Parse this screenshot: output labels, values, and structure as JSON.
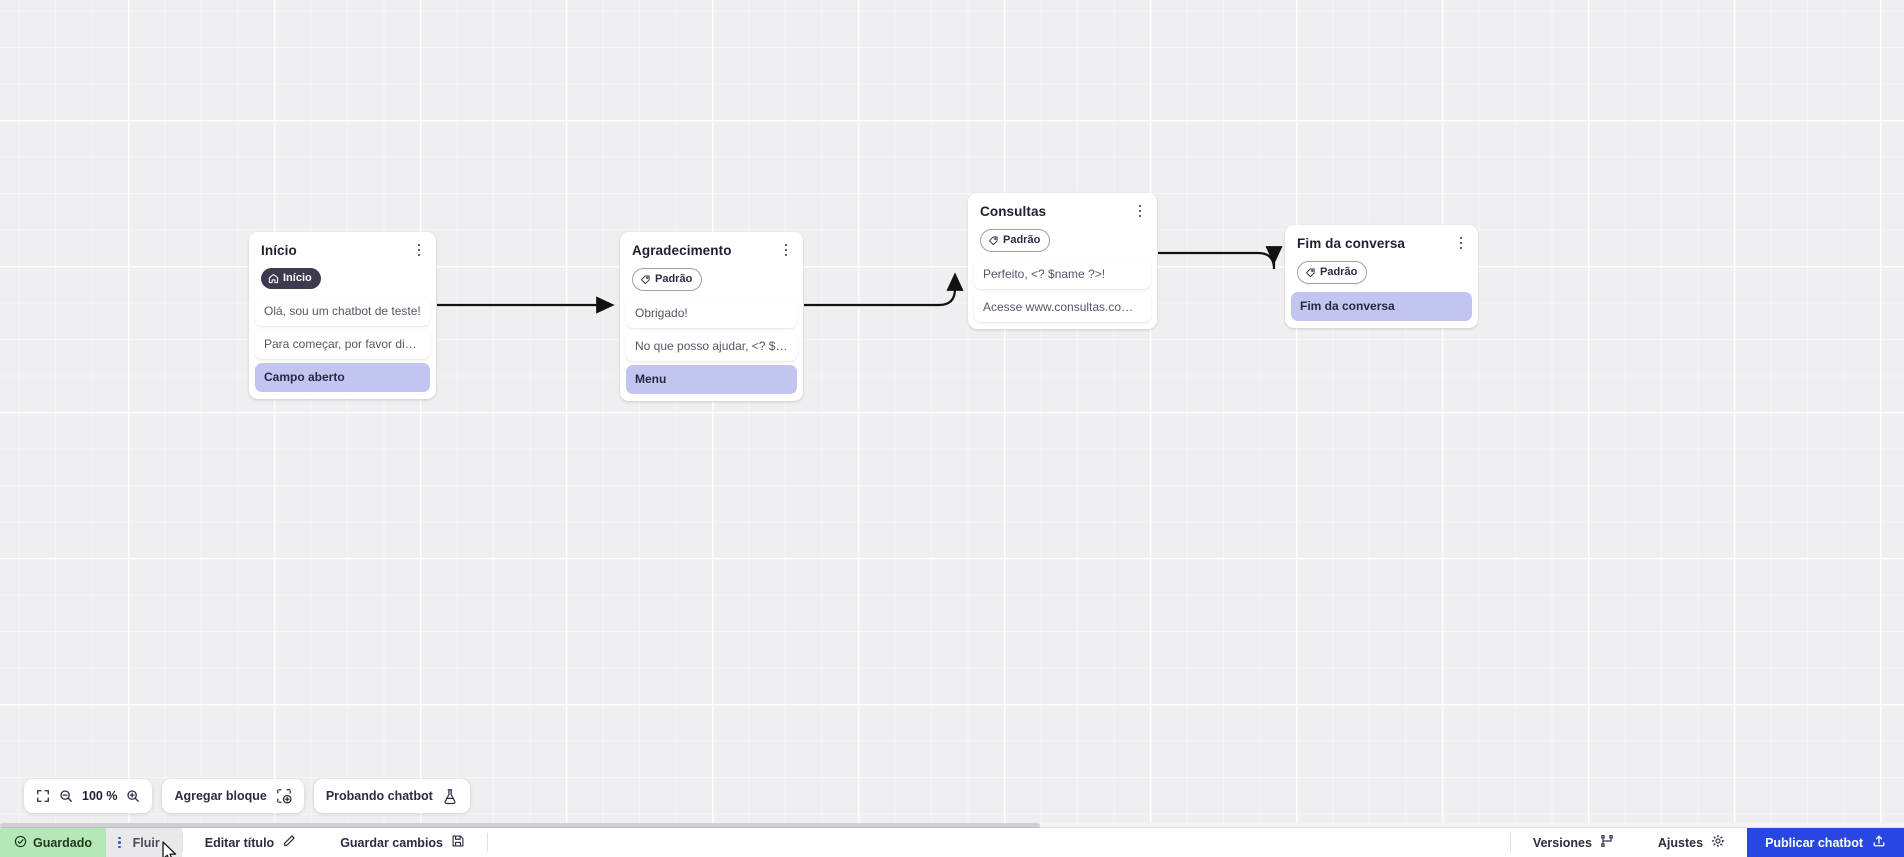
{
  "canvas": {
    "zoom_level": "100 %",
    "nodes": [
      {
        "id": "inicio",
        "title": "Início",
        "badge": {
          "label": "Início",
          "icon": "home-icon",
          "style": "dark"
        },
        "rows": [
          {
            "text": "Olá, sou um chatbot de teste!",
            "style": "plain"
          },
          {
            "text": "Para começar, por favor digite o ...",
            "style": "plain"
          },
          {
            "text": "Campo aberto",
            "style": "purple"
          }
        ]
      },
      {
        "id": "agradecimento",
        "title": "Agradecimento",
        "badge": {
          "label": "Padrão",
          "icon": "tag-icon",
          "style": "outline"
        },
        "rows": [
          {
            "text": "Obrigado!",
            "style": "plain"
          },
          {
            "text": "No que posso ajudar, <? $name ...",
            "style": "plain"
          },
          {
            "text": "Menu",
            "style": "purple"
          }
        ]
      },
      {
        "id": "consultas",
        "title": "Consultas",
        "badge": {
          "label": "Padrão",
          "icon": "tag-icon",
          "style": "outline"
        },
        "rows": [
          {
            "text": "Perfeito, <? $name ?>!",
            "style": "plain"
          },
          {
            "text": "Acesse www.consultas.com par...",
            "style": "plain"
          }
        ]
      },
      {
        "id": "fim",
        "title": "Fim da conversa",
        "badge": {
          "label": "Padrão",
          "icon": "tag-icon",
          "style": "outline"
        },
        "rows": [
          {
            "text": "Fim da conversa",
            "style": "purple"
          }
        ]
      }
    ]
  },
  "toolbar": {
    "fit_icon": "fit-screen-icon",
    "zoom_out_icon": "zoom-out-icon",
    "zoom_level": "100 %",
    "zoom_in_icon": "zoom-in-icon",
    "add_block_label": "Agregar bloque",
    "add_block_icon": "add-block-icon",
    "test_chatbot_label": "Probando chatbot",
    "test_chatbot_icon": "flask-icon"
  },
  "bottombar": {
    "saved_label": "Guardado",
    "saved_icon": "check-circle-icon",
    "tab_label": "Fluir",
    "tab_grip_icon": "drag-handle-icon",
    "edit_title_label": "Editar título",
    "edit_title_icon": "pencil-icon",
    "save_changes_label": "Guardar cambios",
    "save_changes_icon": "floppy-disk-icon",
    "versions_label": "Versiones",
    "versions_icon": "branch-icon",
    "settings_label": "Ajustes",
    "settings_icon": "gear-icon",
    "publish_label": "Publicar chatbot",
    "publish_icon": "upload-icon"
  },
  "colors": {
    "canvas_bg": "#efeff1",
    "accent_purple": "#c1c5ef",
    "publish_blue": "#2747e0",
    "saved_green": "#b6e7b6",
    "badge_dark": "#3b3b4f"
  }
}
